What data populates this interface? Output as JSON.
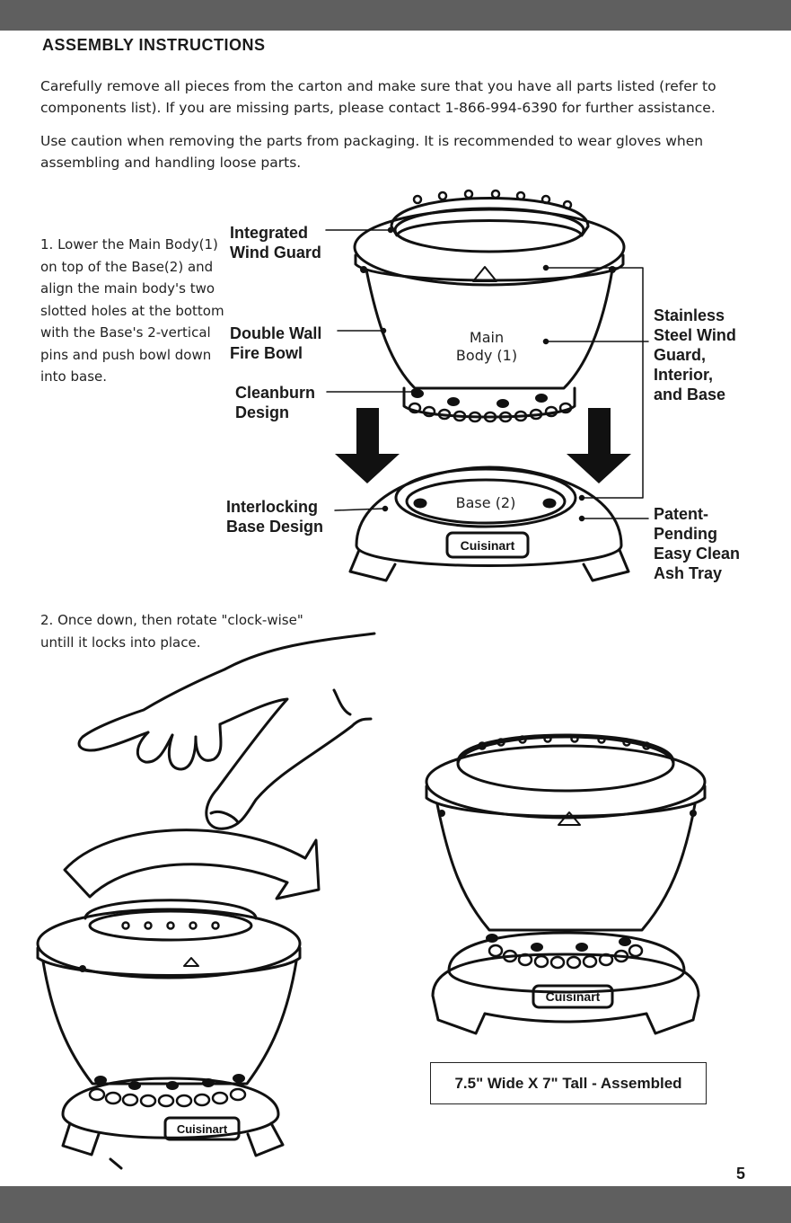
{
  "title": "ASSEMBLY INSTRUCTIONS",
  "intro": [
    "Carefully remove all pieces from the carton and make sure that you have all parts listed (refer to components list). If you are missing parts, please contact 1-866-994-6390 for further assistance.",
    "Use caution when removing the parts from packaging. It is recommended to wear gloves when assembling and handling loose parts."
  ],
  "step1": "1. Lower the Main Body(1) on top of the Base(2) and align the main body's two slotted holes at the bottom with the Base's 2-vertical pins and push bowl down into base.",
  "step2": "2. Once down, then rotate \"clock-wise\" untill it locks into place.",
  "labels": {
    "wind_guard": "Integrated Wind Guard",
    "fire_bowl": "Double Wall Fire Bowl",
    "cleanburn": "Cleanburn Design",
    "interlocking": "Interlocking Base Design",
    "stainless": "Stainless Steel Wind Guard, Interior, and Base",
    "ash_tray": "Patent-Pending Easy Clean Ash Tray"
  },
  "part_labels": {
    "main_body": "Main Body (1)",
    "base": "Base (2)"
  },
  "brand": "Cuisinart",
  "dimensions": "7.5\" Wide X 7\" Tall - Assembled",
  "page_number": "5"
}
